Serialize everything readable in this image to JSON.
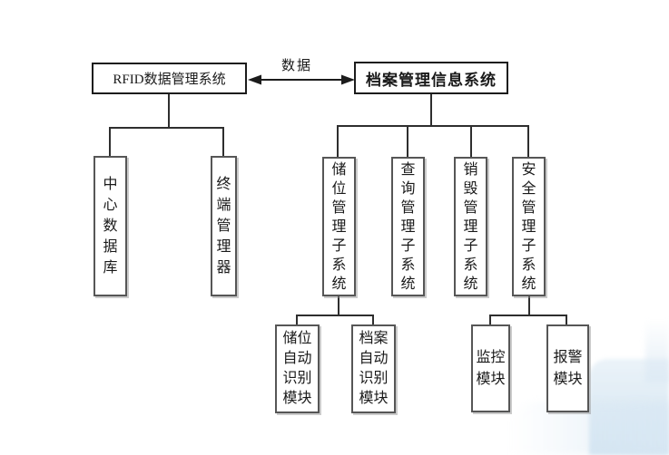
{
  "nodes": {
    "rfid_system": {
      "label": "RFID数据管理系统"
    },
    "archive_system": {
      "label": "档案管理信息系统"
    },
    "link": {
      "label": "数据"
    },
    "central_database": {
      "label": "中心数据库"
    },
    "terminal_manager": {
      "label": "终端管理器"
    },
    "storage_subsystem": {
      "label": "储位管理子系统"
    },
    "query_subsystem": {
      "label": "查询管理子系统"
    },
    "destroy_subsystem": {
      "label": "销毁管理子系统"
    },
    "security_subsystem": {
      "label": "安全管理子系统"
    },
    "storage_auto_id": {
      "label": "储位自动识别模块"
    },
    "archive_auto_id": {
      "label": "档案自动识别模块"
    },
    "monitor_module": {
      "label": "监控模块"
    },
    "alarm_module": {
      "label": "报警模块"
    }
  },
  "colors": {
    "background": "#ffffff",
    "box_border": "#3f3f3f",
    "connector": "#2e2e2e",
    "decor_blue": "#d8e7f3"
  }
}
